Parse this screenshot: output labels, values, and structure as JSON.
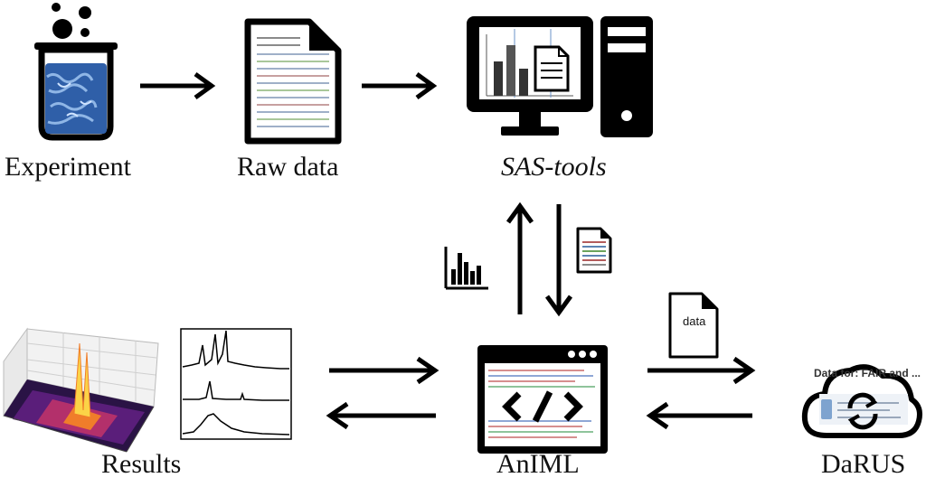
{
  "nodes": {
    "experiment": "Experiment",
    "raw_data": "Raw data",
    "sas_tools": "SAS-tools",
    "results": "Results",
    "animl": "AnIML",
    "darus": "DaRUS"
  },
  "data_doc_label": "data",
  "darus_preview_text": "Data for: FAIR and ... ble r ... ering d...",
  "colors": {
    "ink": "#000000",
    "liquid": "#2f5fa8",
    "heatmap": [
      "#1a0b3a",
      "#5a1e7a",
      "#b3306b",
      "#f07d2a",
      "#fbd347"
    ]
  }
}
